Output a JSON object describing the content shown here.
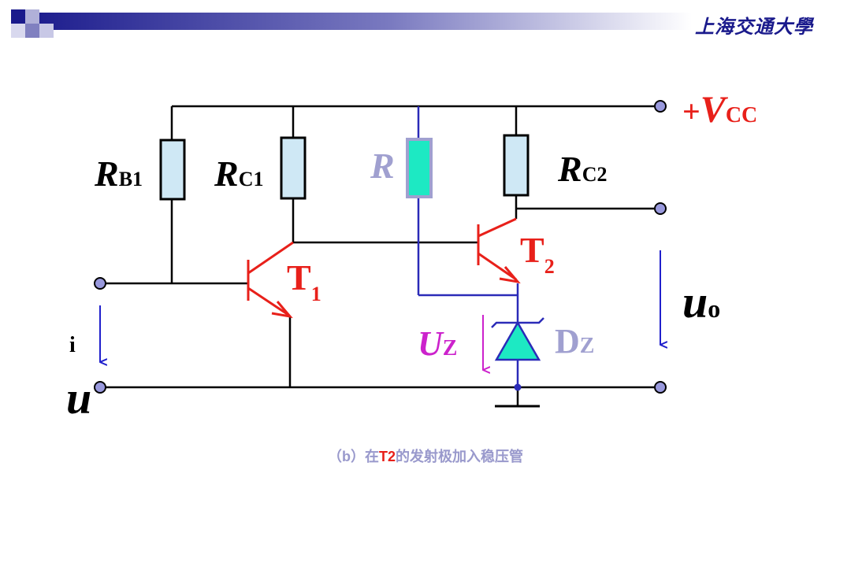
{
  "header": {
    "logo": "上海交通大學"
  },
  "labels": {
    "vcc": {
      "sign": "+",
      "main": "V",
      "sub": "CC"
    },
    "rb1": {
      "main": "R",
      "sub": "B1"
    },
    "rc1": {
      "main": "R",
      "sub": "C1"
    },
    "r": {
      "main": "R"
    },
    "rc2": {
      "main": "R",
      "sub": "C2"
    },
    "t1": {
      "main": "T",
      "sub": "1"
    },
    "t2": {
      "main": "T",
      "sub": "2"
    },
    "uo": {
      "main": "u",
      "sub": "o"
    },
    "uz": {
      "main": "U",
      "sub": "Z"
    },
    "dz": {
      "main": "D",
      "sub": "Z"
    },
    "i": "i",
    "ui": "u"
  },
  "caption": {
    "prefix": "（b）在",
    "highlight": "T2",
    "suffix": "的发射极加入稳压管"
  },
  "colors": {
    "wire": "#000000",
    "transistor": "#e8201a",
    "blue_wire": "#2b2bb8",
    "resistor_fill": "#cfe8f5",
    "r_fill": "#1de9c3",
    "r_outline": "#a0a0d0",
    "zener_fill": "#1de9c3",
    "terminal_fill": "#9999dd",
    "vcc_label": "#e8201a",
    "uz_label": "#cc22cc",
    "dz_label": "#a0a0d0",
    "caption": "#9999cc",
    "arrow": "#2020cc"
  }
}
